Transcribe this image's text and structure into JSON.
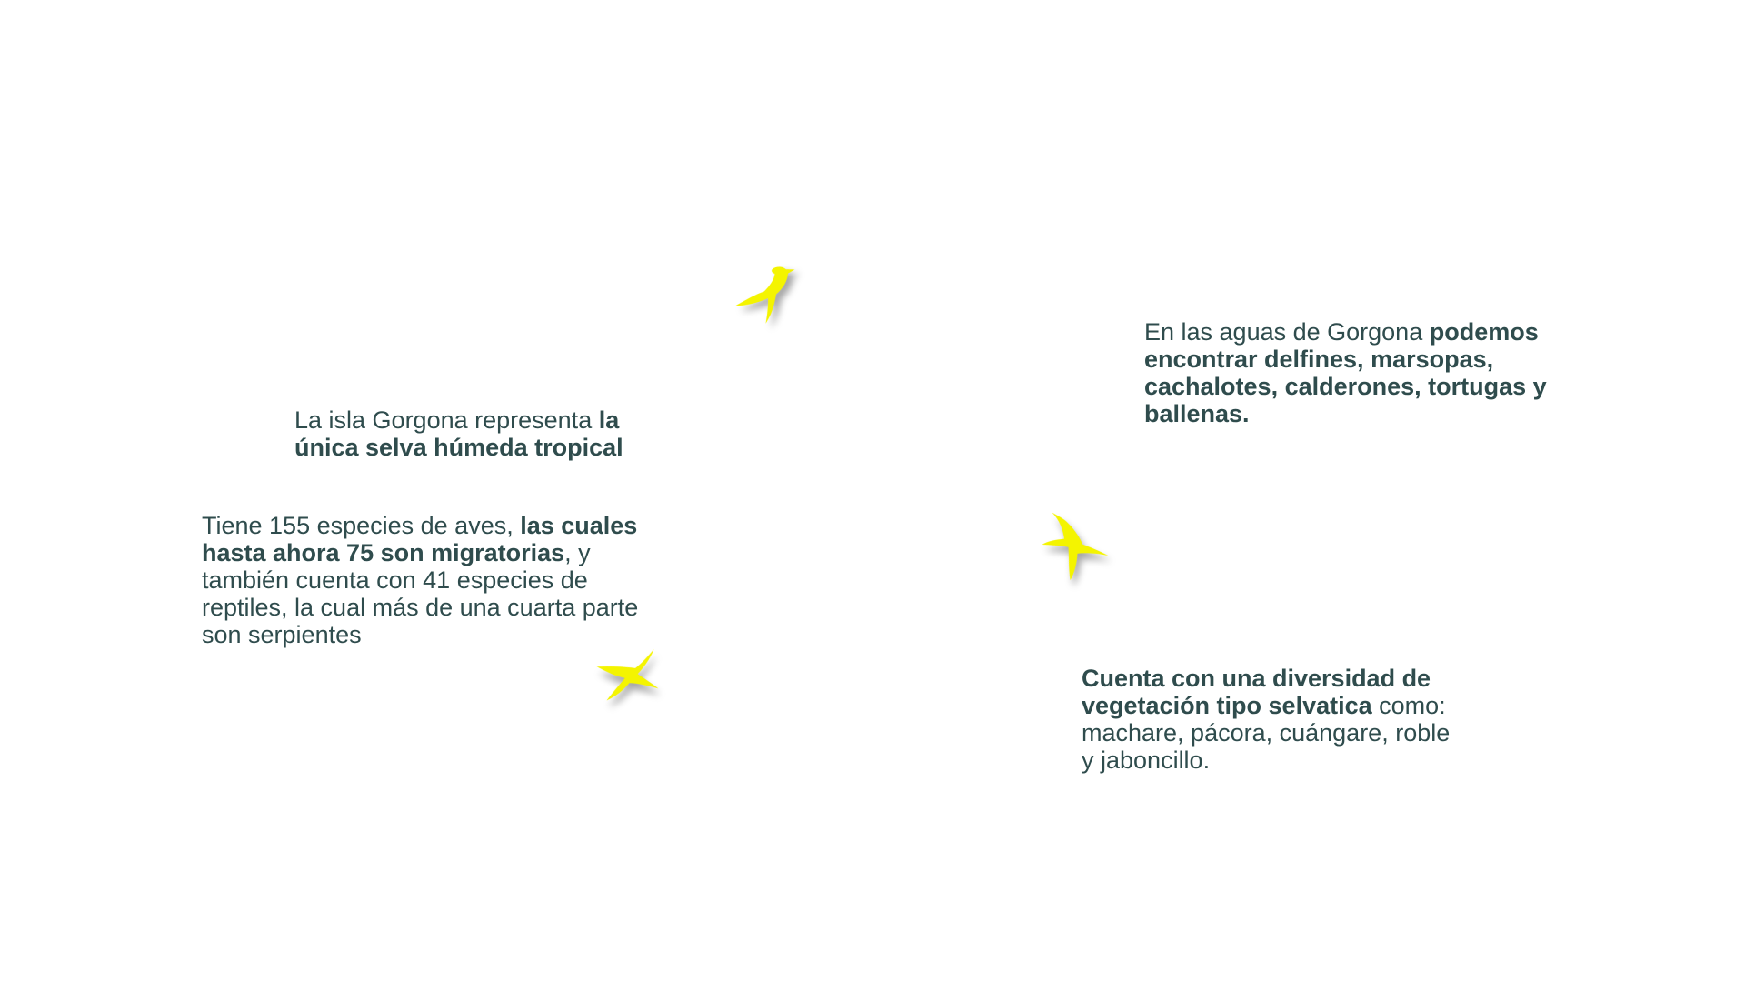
{
  "info_blocks": {
    "isla": {
      "text_1": "La isla Gorgona representa ",
      "bold_1": "la única selva húmeda tropical"
    },
    "aves": {
      "text_1": "Tiene 155 especies de aves, ",
      "bold_1": "las cuales hasta ahora 75 son migratorias",
      "text_2": ", y también cuenta con 41 especies de reptiles, la cual más de una cuarta parte son serpientes"
    },
    "aguas": {
      "text_1": "En las aguas de Gorgona ",
      "bold_1": "podemos encontrar delfines, marsopas, cachalotes, calderones, tortugas y ballenas."
    },
    "vegetacion": {
      "bold_1": "Cuenta con una diversidad de vegetación tipo selvatica",
      "text_1": " como: machare, pácora, cuángare, roble y jaboncillo."
    }
  },
  "icons": {
    "bird": "swallow-icon",
    "bird_color": "#f4f400"
  },
  "colors": {
    "text": "#2f4c4d",
    "background": "#ffffff"
  }
}
